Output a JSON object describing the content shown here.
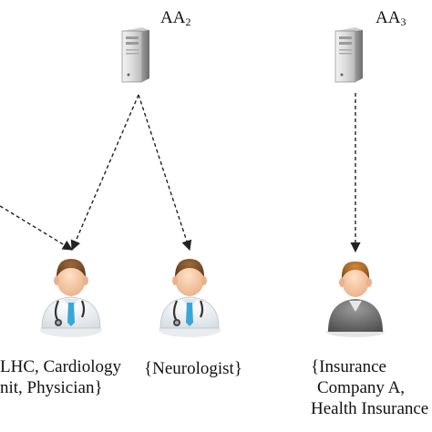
{
  "servers": [
    {
      "id": "AA2",
      "label": "AA",
      "subscript": "2",
      "icon": "server-tower-icon"
    },
    {
      "id": "AA3",
      "label": "AA",
      "subscript": "3",
      "icon": "server-tower-icon"
    }
  ],
  "entities": {
    "doctor_left_label_lines": [
      "LHC, Cardiology",
      "nit, Physician}"
    ],
    "doctor_middle_label": "{Neurologist}",
    "insurance_label_lines": [
      "{Insurance",
      "Company A,",
      "Health Insurance"
    ]
  },
  "icons": {
    "doctor": "doctor-with-stethoscope-icon",
    "person": "business-person-icon"
  },
  "colors": {
    "arrow": "#222222",
    "server_body": "#e6e6e6",
    "doctor_coat": "#ffffff",
    "doctor_tie": "#3aa6d8",
    "skin": "#f4c8a4",
    "hair": "#7a4b2a",
    "suit": "#808080"
  }
}
